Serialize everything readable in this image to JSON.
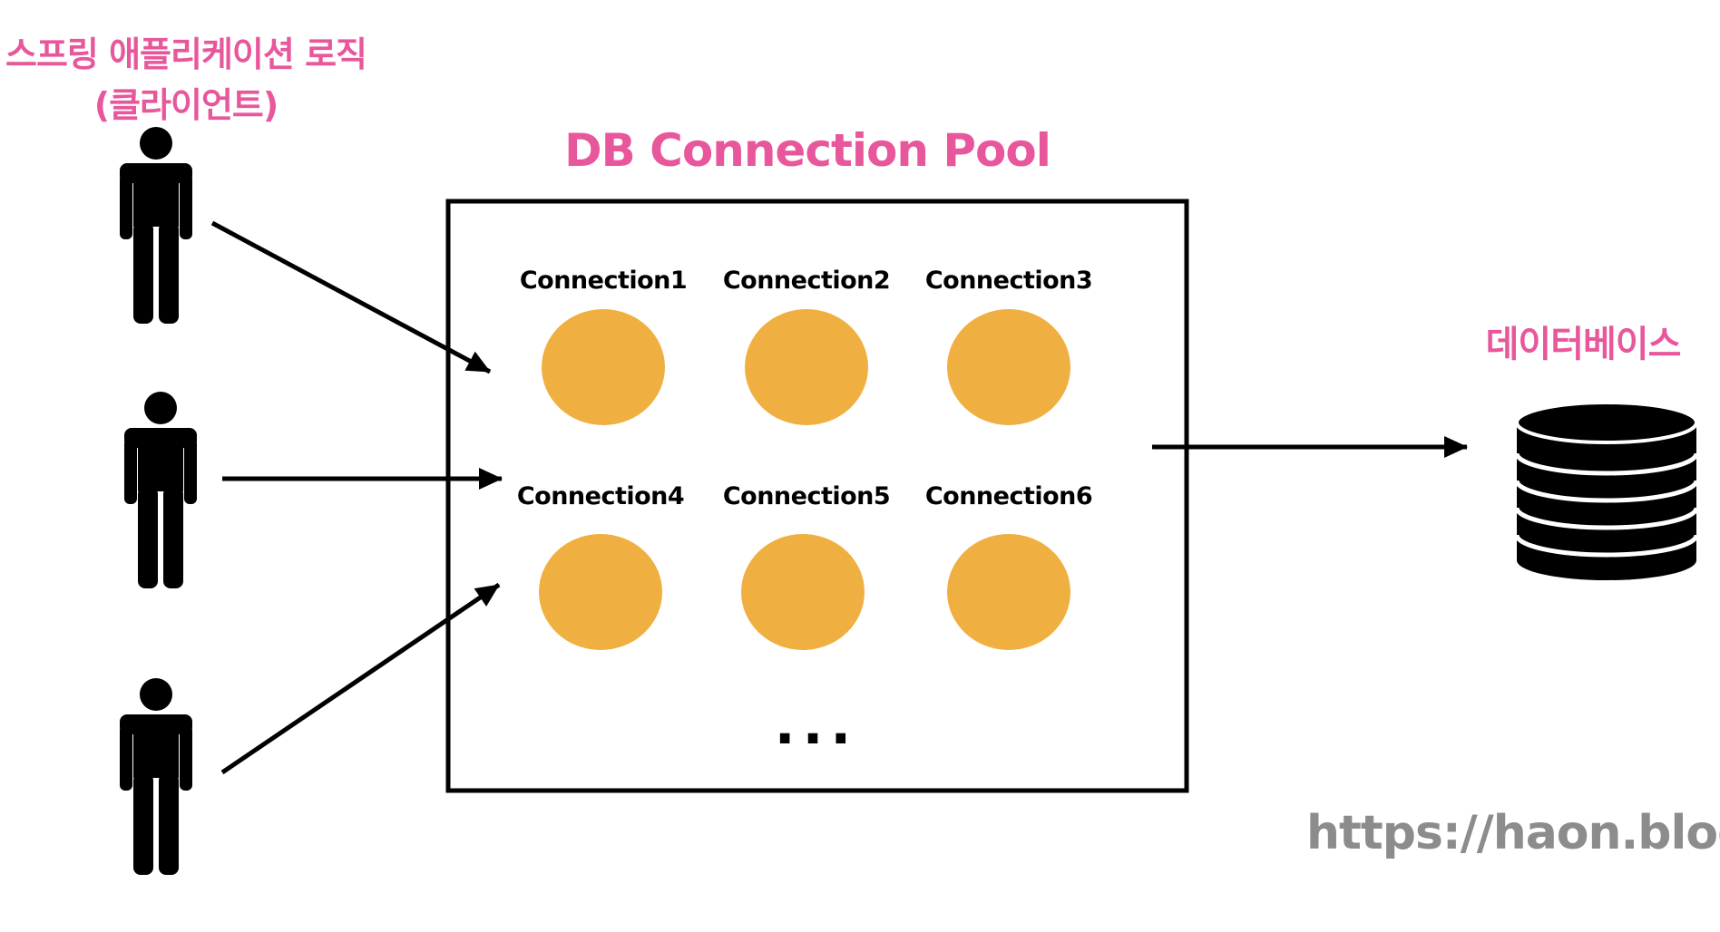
{
  "client": {
    "title_line1": "스프링 애플리케이션 로직",
    "title_line2": "(클라이언트)",
    "icon": "person-icon",
    "count": 3
  },
  "pool": {
    "title": "DB Connection Pool",
    "ellipsis": "...",
    "connections": [
      "Connection1",
      "Connection2",
      "Connection3",
      "Connection4",
      "Connection5",
      "Connection6"
    ]
  },
  "database": {
    "title": "데이터베이스",
    "icon": "database-icon"
  },
  "watermark": "https://haon.blog",
  "colors": {
    "accent": "#e8579b",
    "connection_fill": "#f0b041",
    "stroke": "#000000",
    "watermark": "#8c8c8c"
  }
}
